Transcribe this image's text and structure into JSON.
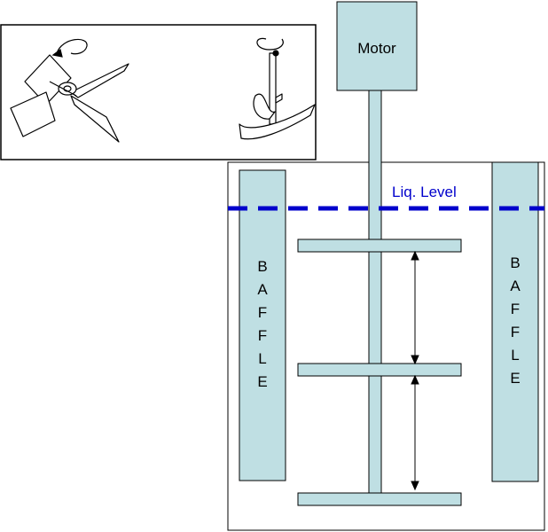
{
  "motor": {
    "label": "Motor"
  },
  "liquid_level": {
    "label": "Liq. Level"
  },
  "baffle_left": {
    "letters": [
      "B",
      "A",
      "F",
      "F",
      "L",
      "E"
    ]
  },
  "baffle_right": {
    "letters": [
      "B",
      "A",
      "F",
      "F",
      "L",
      "E"
    ]
  },
  "colors": {
    "component_fill": "#bfdfe3",
    "outline": "#000000",
    "liquid_level": "#0000cc",
    "background": "#ffffff"
  },
  "inset": {
    "icons": [
      "pitched-blade-turbine-icon",
      "helical-ribbon-impeller-icon",
      "rotation-arrow-icon"
    ]
  }
}
